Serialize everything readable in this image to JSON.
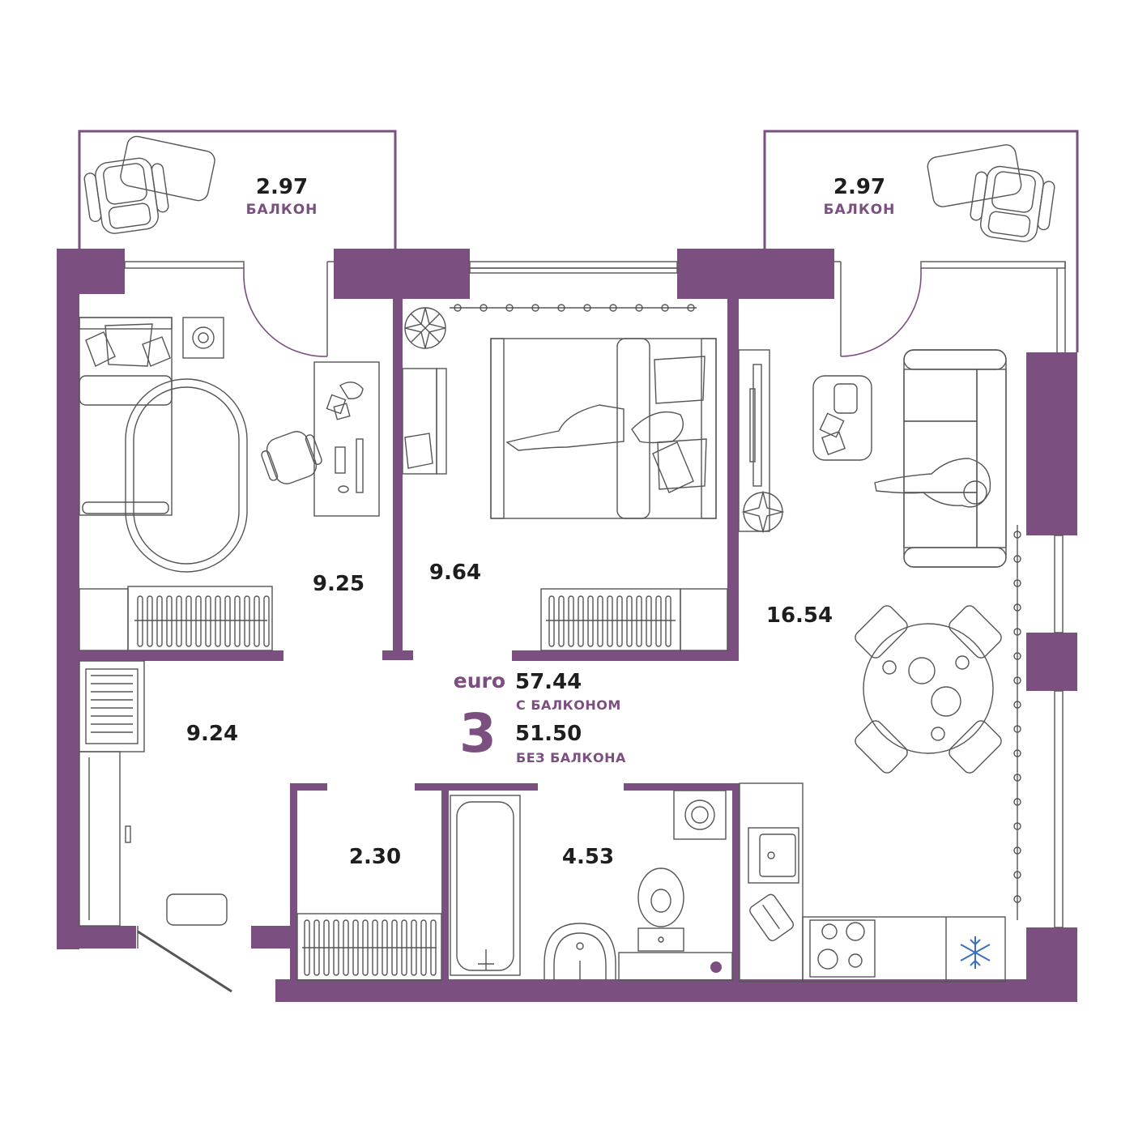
{
  "rooms": [
    {
      "id": "balcony-left",
      "area": "2.97",
      "caption": "БАЛКОН"
    },
    {
      "id": "balcony-right",
      "area": "2.97",
      "caption": "БАЛКОН"
    },
    {
      "id": "bedroom-left",
      "area": "9.25"
    },
    {
      "id": "bedroom-middle",
      "area": "9.64"
    },
    {
      "id": "living-kitchen",
      "area": "16.54"
    },
    {
      "id": "hallway",
      "area": "9.24"
    },
    {
      "id": "storage",
      "area": "2.30"
    },
    {
      "id": "bathroom",
      "area": "4.53"
    }
  ],
  "summary": {
    "type": "euro",
    "rooms": "3",
    "area_with_balcony": "57.44",
    "with_balcony_label": "С БАЛКОНОМ",
    "area_without_balcony": "51.50",
    "without_balcony_label": "БЕЗ БАЛКОНА"
  },
  "colors": {
    "wall": "#7b4f80",
    "text": "#1e1e1e",
    "furniture_stroke": "#555555",
    "snowflake": "#3a6fc4"
  },
  "icons": [
    "bed-icon",
    "armchair-icon",
    "desk-icon",
    "sofa-icon",
    "dining-table-icon",
    "bathtub-icon",
    "toilet-icon",
    "sink-icon",
    "washing-machine-icon",
    "stove-icon",
    "fridge-snowflake-icon",
    "wardrobe-icon",
    "plant-icon",
    "tv-stand-icon",
    "rug-icon",
    "entrance-door-icon"
  ]
}
